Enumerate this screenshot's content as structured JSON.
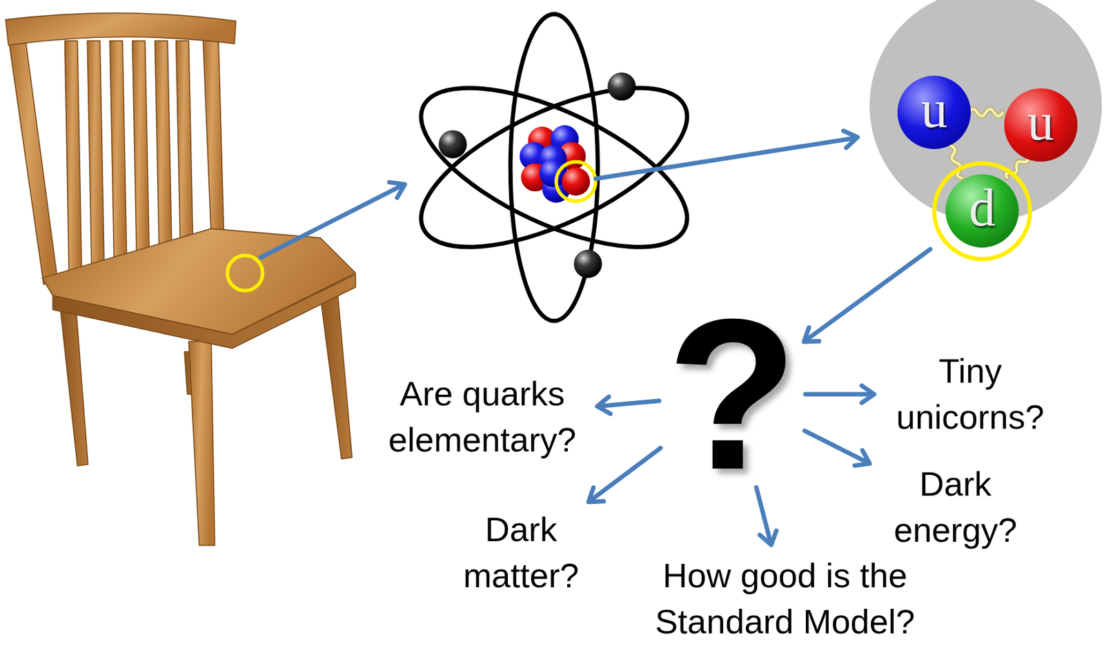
{
  "diagram": {
    "nodes": [
      {
        "text": [
          "u"
        ]
      },
      {
        "text": [
          "u"
        ]
      },
      {
        "text": [
          "d"
        ]
      },
      {
        "text": [
          "?"
        ]
      },
      {
        "text": [
          "Are quarks elementary?"
        ]
      },
      {
        "text": [
          "Tiny unicorns?"
        ]
      },
      {
        "text": [
          "Dark matter?"
        ]
      },
      {
        "text": [
          "Dark energy?"
        ]
      },
      {
        "text": [
          "How good is the Standard Model?"
        ]
      }
    ],
    "edges": [
      {
        "from": 2,
        "to": 3,
        "arrow": "to"
      },
      {
        "from": 3,
        "to": 4,
        "arrow": "to"
      },
      {
        "from": 3,
        "to": 5,
        "arrow": "to"
      },
      {
        "from": 3,
        "to": 6,
        "arrow": "to"
      },
      {
        "from": 3,
        "to": 7,
        "arrow": "to"
      },
      {
        "from": 3,
        "to": 8,
        "arrow": "to"
      }
    ]
  }
}
